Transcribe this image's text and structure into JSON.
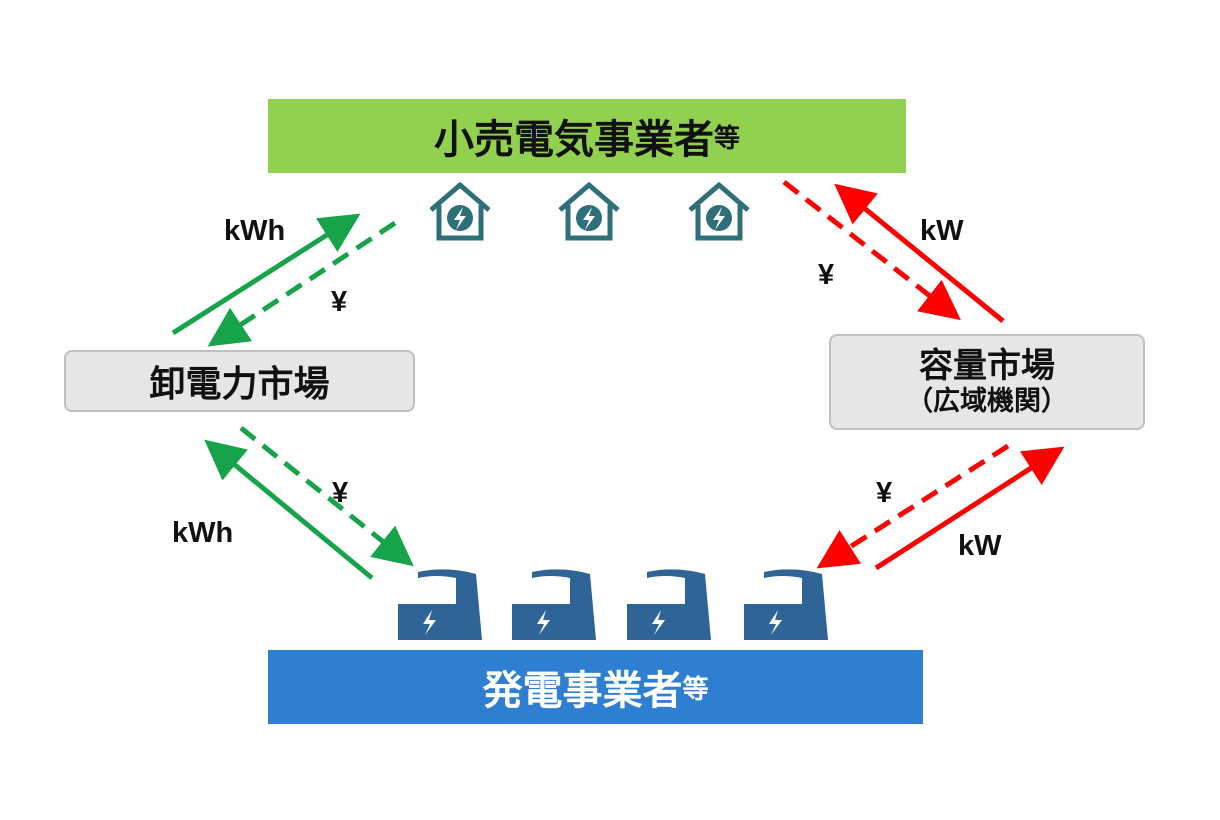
{
  "retailer": {
    "name": "小売電気事業者",
    "suffix": "等"
  },
  "generator": {
    "name": "発電事業者",
    "suffix": "等"
  },
  "wholesale_market": {
    "name": "卸電力市場"
  },
  "capacity_market": {
    "name": "容量市場",
    "sub": "（広域機関）"
  },
  "flows": {
    "wholesale_to_retail": "kWh",
    "retail_to_wholesale": "¥",
    "gen_to_wholesale": "kWh",
    "wholesale_to_gen": "¥",
    "retail_to_capacity": "¥",
    "capacity_to_retail": "kW",
    "capacity_to_gen": "¥",
    "gen_to_capacity": "kW"
  },
  "colors": {
    "retailer": "#92d050",
    "generator": "#2e7fd2",
    "kwh_flow": "#16a34a",
    "kw_flow": "#ff0000",
    "house_icon": "#2f6f7a",
    "factory_icon": "#2f6496"
  },
  "icons": {
    "house": "house-bolt-icon",
    "factory": "factory-bolt-icon"
  }
}
